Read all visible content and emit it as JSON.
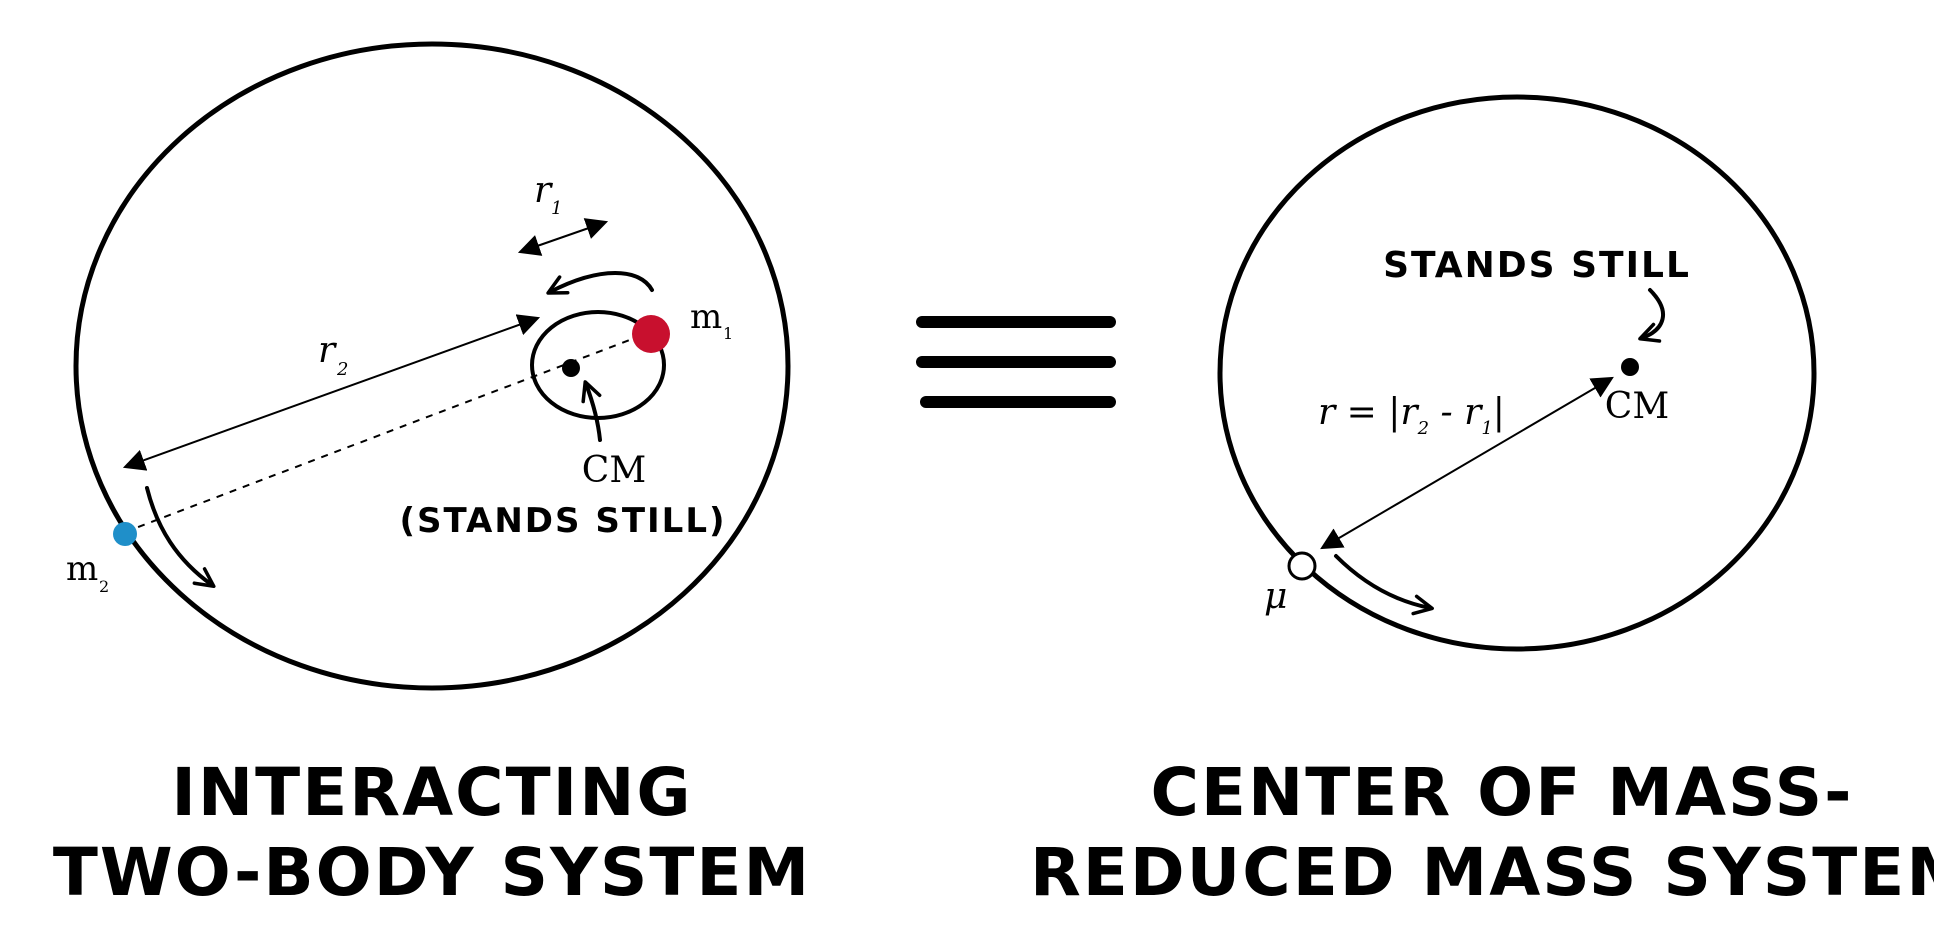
{
  "colors": {
    "ink": "#000000",
    "mass1": "#c8102e",
    "mass2": "#1f8fc9",
    "reduced": "#ffffff"
  },
  "left_panel": {
    "caption_line1": "INTERACTING",
    "caption_line2": "TWO-BODY SYSTEM",
    "label_r1_main": "r",
    "label_r1_sub": "1",
    "label_r2_main": "r",
    "label_r2_sub": "2",
    "label_m1_main": "m",
    "label_m1_sub": "1",
    "label_m2_main": "m",
    "label_m2_sub": "2",
    "label_cm": "CM",
    "label_stands_still": "(STANDS STILL)"
  },
  "equivalence_symbol": "≡",
  "right_panel": {
    "caption_line1": "CENTER OF MASS-",
    "caption_line2": "REDUCED MASS SYSTEM",
    "label_stands_still": "STANDS STILL",
    "label_cm": "CM",
    "label_r_prefix": "r = |r",
    "label_r_sub2": "2",
    "label_r_mid": " - r",
    "label_r_sub1": "1",
    "label_r_suffix": "|",
    "label_mu": "μ"
  }
}
